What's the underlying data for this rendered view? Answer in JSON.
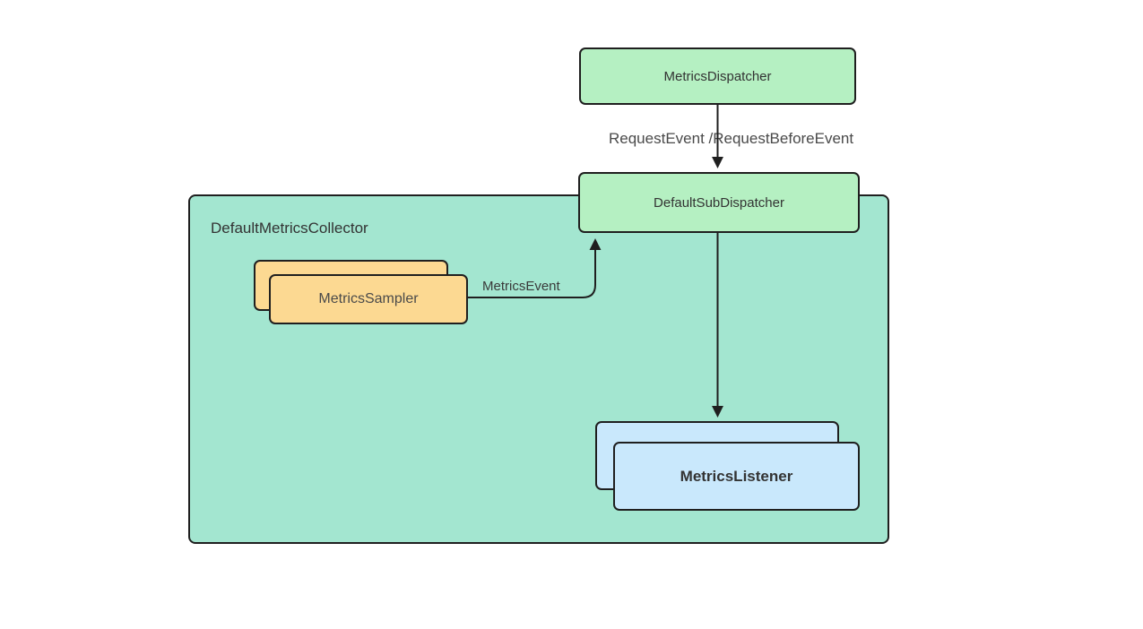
{
  "diagram": {
    "nodes": {
      "metrics_dispatcher": {
        "label": "MetricsDispatcher"
      },
      "default_sub_dispatcher": {
        "label": "DefaultSubDispatcher"
      },
      "default_metrics_collector": {
        "label": "DefaultMetricsCollector"
      },
      "metrics_sampler": {
        "label": "MetricsSampler"
      },
      "metrics_listener": {
        "label": "MetricsListener"
      }
    },
    "edges": {
      "request_event": {
        "label": "RequestEvent /RequestBeforeEvent"
      },
      "metrics_event": {
        "label": "MetricsEvent"
      }
    },
    "colors": {
      "green": "#b5f0c2",
      "teal": "#a3e6d0",
      "orange": "#fcd992",
      "blue": "#c9e8fc",
      "border": "#1f1f1f",
      "text": "#3a3a3a"
    }
  }
}
